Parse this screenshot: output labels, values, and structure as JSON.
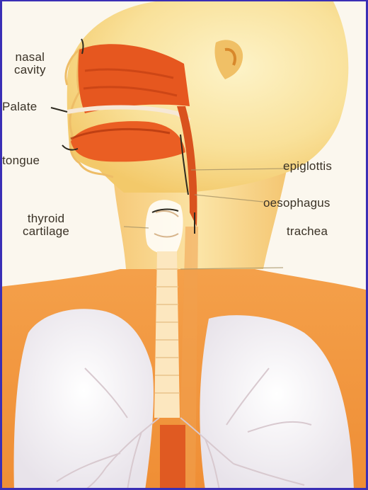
{
  "labels": {
    "nasal_cavity": "nasal\ncavity",
    "palate": "Palate",
    "tongue": "tongue",
    "thyroid_cartilage": "thyroid\ncartilage",
    "epiglottis": "epiglottis",
    "oesophagus": "oesophagus",
    "trachea": "trachea"
  },
  "colors": {
    "frame": "#3a2fb5",
    "skin": "#f7d57a",
    "flesh": "#e8571d",
    "lung": "#f4f1f6",
    "label_text": "#3a3226"
  }
}
